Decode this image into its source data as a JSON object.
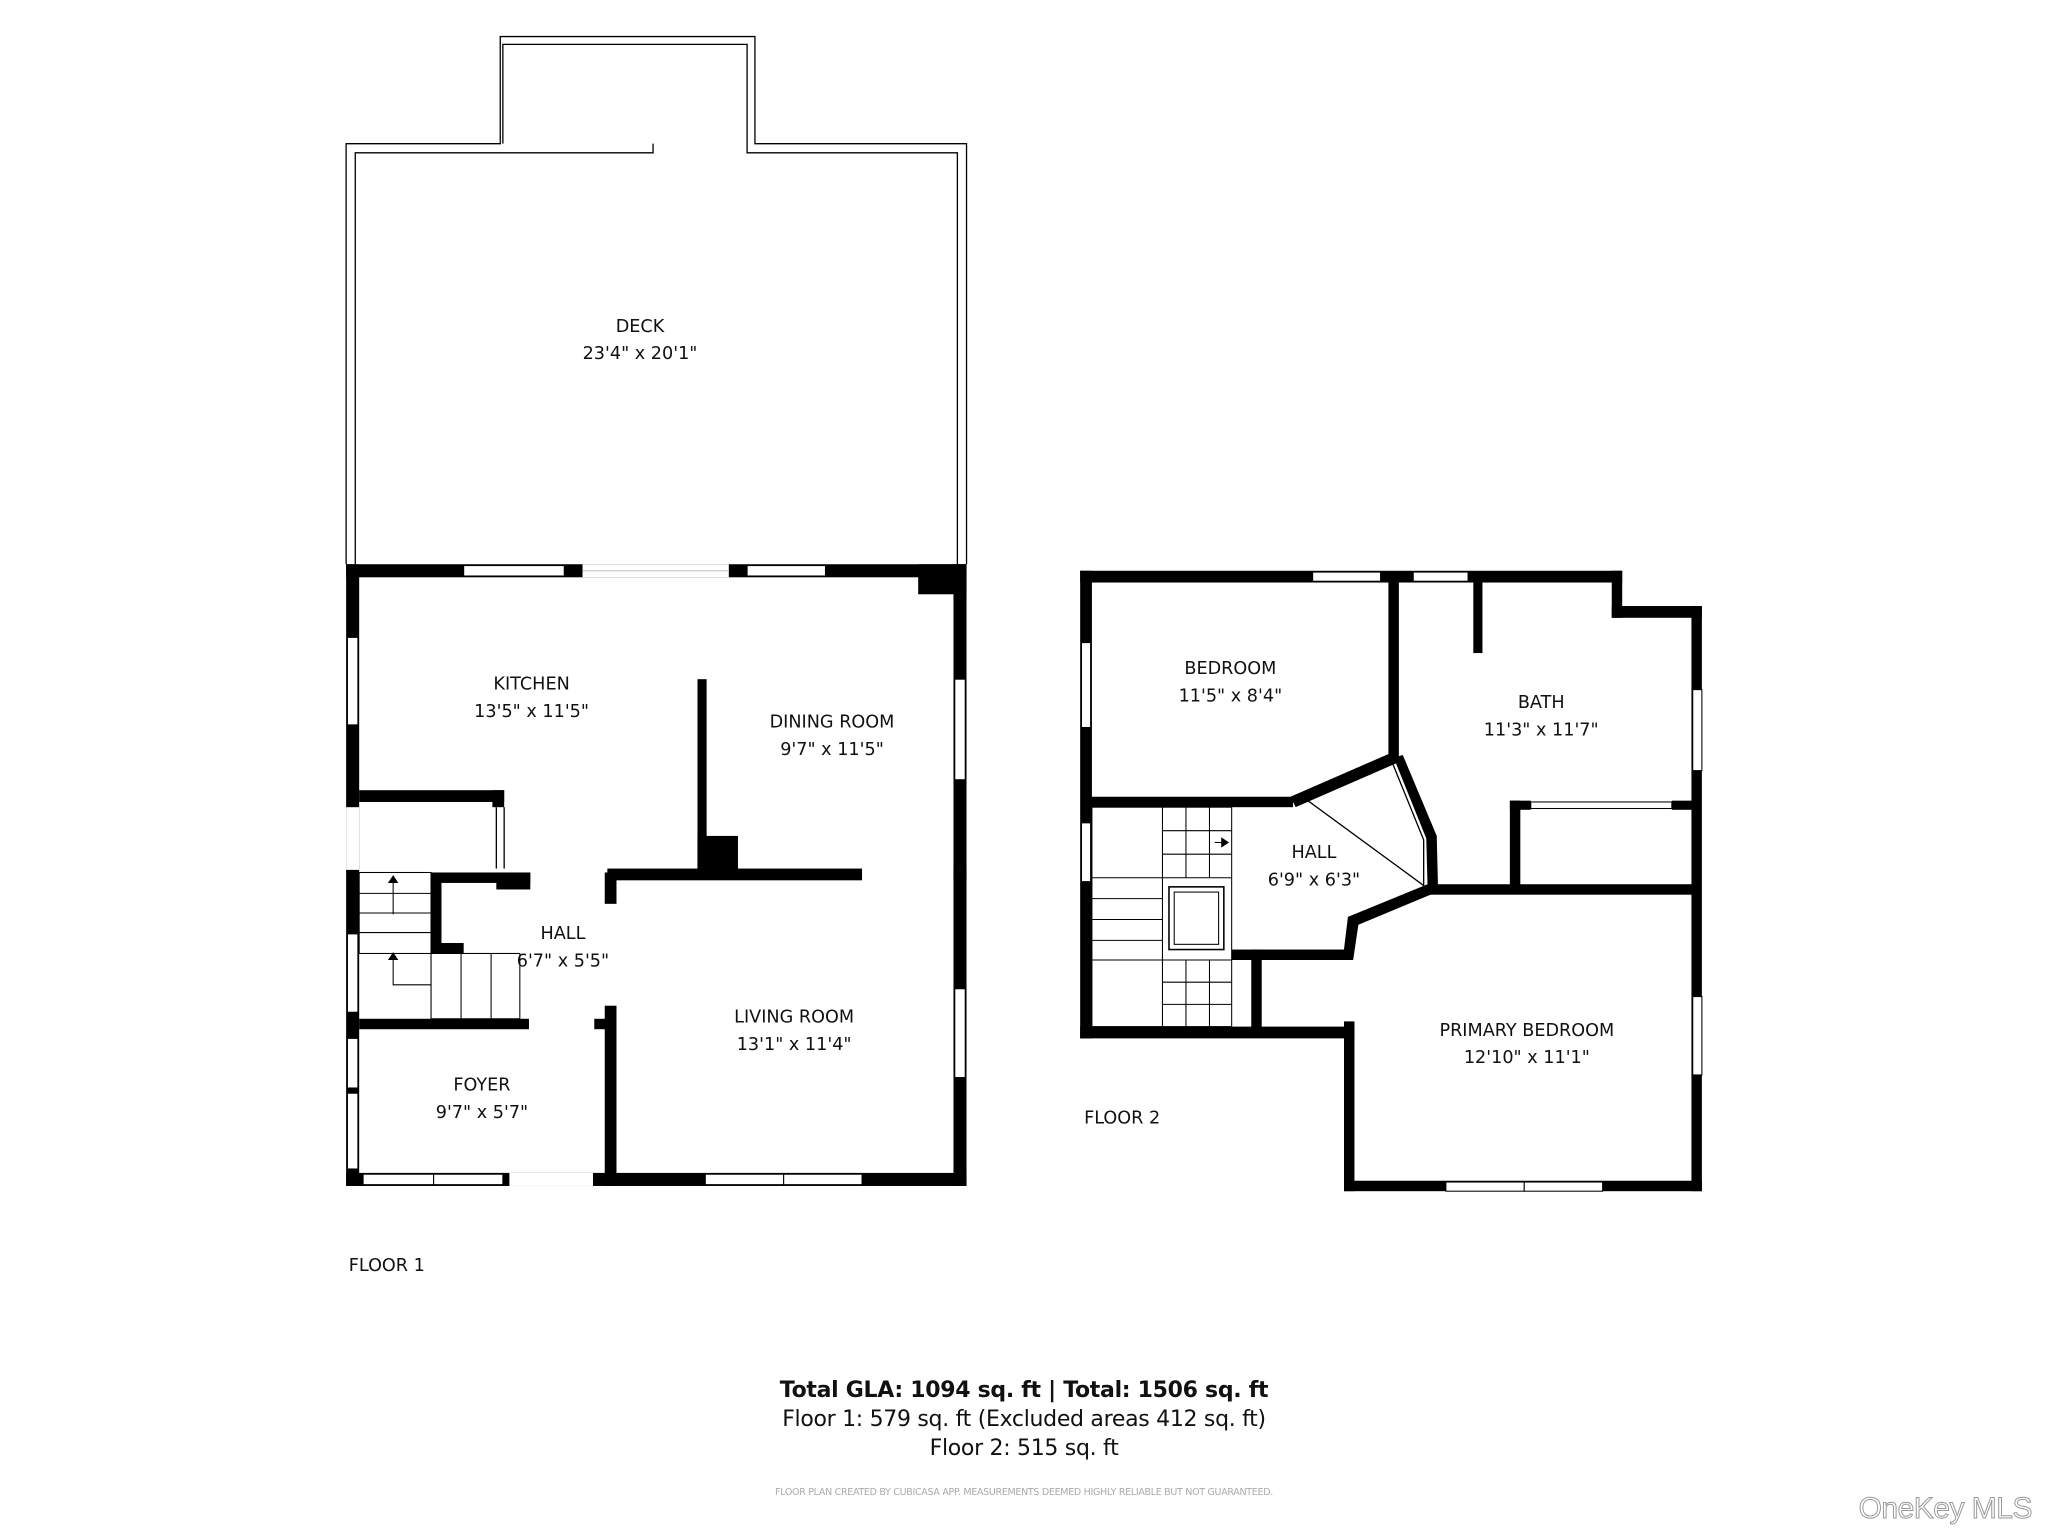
{
  "floor1": {
    "label": "FLOOR 1",
    "rooms": [
      {
        "name": "DECK",
        "size": "23'4\" x 20'1\""
      },
      {
        "name": "KITCHEN",
        "size": "13'5\" x 11'5\""
      },
      {
        "name": "DINING ROOM",
        "size": "9'7\" x 11'5\""
      },
      {
        "name": "HALL",
        "size": "6'7\" x 5'5\""
      },
      {
        "name": "LIVING ROOM",
        "size": "13'1\" x 11'4\""
      },
      {
        "name": "FOYER",
        "size": "9'7\" x 5'7\""
      }
    ]
  },
  "floor2": {
    "label": "FLOOR 2",
    "rooms": [
      {
        "name": "BEDROOM",
        "size": "11'5\" x 8'4\""
      },
      {
        "name": "BATH",
        "size": "11'3\" x 11'7\""
      },
      {
        "name": "HALL",
        "size": "6'9\" x 6'3\""
      },
      {
        "name": "PRIMARY BEDROOM",
        "size": "12'10\" x 11'1\""
      }
    ]
  },
  "summary": {
    "total": "Total GLA: 1094 sq. ft | Total: 1506 sq. ft",
    "floor1": "Floor 1: 579 sq. ft (Excluded areas 412 sq. ft)",
    "floor2": "Floor 2: 515 sq. ft"
  },
  "disclaimer": "FLOOR PLAN CREATED BY CUBICASA APP. MEASUREMENTS DEEMED HIGHLY RELIABLE BUT NOT GUARANTEED.",
  "watermark": "OneKey MLS"
}
